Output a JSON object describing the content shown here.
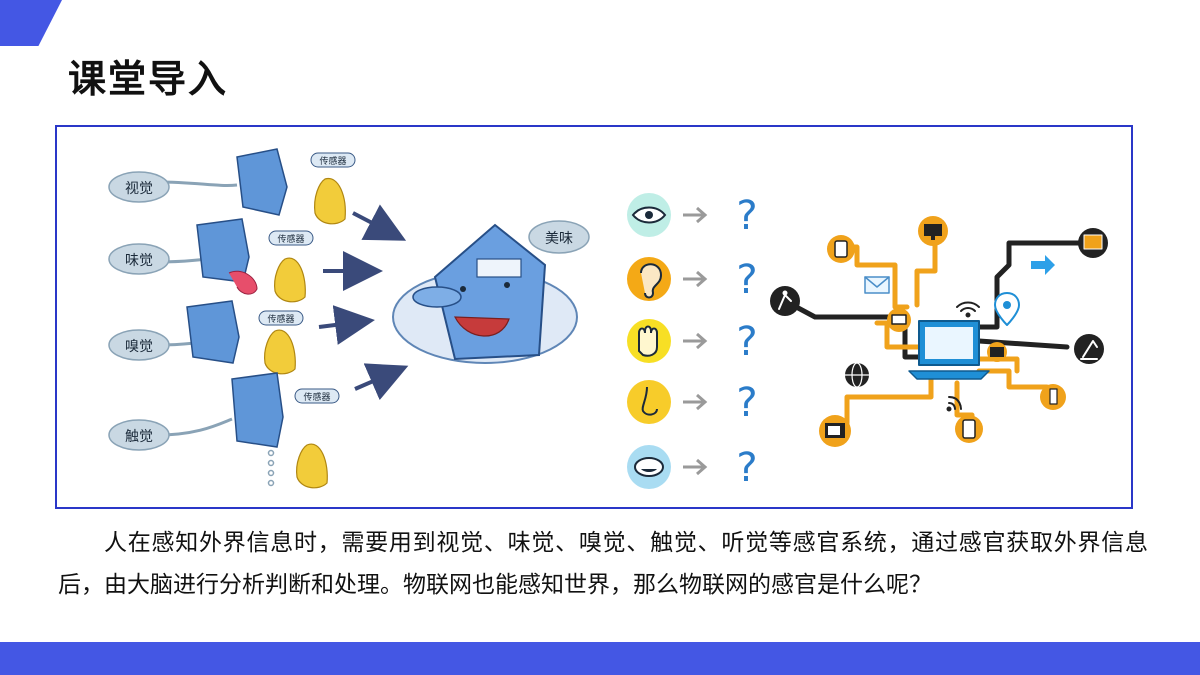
{
  "slide": {
    "title": "课堂导入",
    "paragraph": "人在感知外界信息时，需要用到视觉、味觉、嗅觉、触觉、听觉等感官系统，通过感官获取外界信息后，由大脑进行分析判断和处理。物联网也能感知世界，那么物联网的感官是什么呢？"
  },
  "senses": [
    {
      "label": "视觉",
      "sensor_tag": "传感器"
    },
    {
      "label": "味觉",
      "sensor_tag": "传感器"
    },
    {
      "label": "嗅觉",
      "sensor_tag": "传感器"
    },
    {
      "label": "触觉",
      "sensor_tag": "传感器"
    }
  ],
  "brain": {
    "bubble": "美味"
  },
  "organ_rows": [
    {
      "icon": "eye-icon",
      "question": "?"
    },
    {
      "icon": "ear-icon",
      "question": "?"
    },
    {
      "icon": "hand-icon",
      "question": "?"
    },
    {
      "icon": "nose-icon",
      "question": "?"
    },
    {
      "icon": "mouth-icon",
      "question": "?"
    }
  ],
  "colors": {
    "accent": "#4457e4",
    "frame": "#2a37c8",
    "eye_circle": "#bfeee6",
    "ear_circle": "#f4a916",
    "hand_circle": "#f7df25",
    "nose_circle": "#f7cc2a",
    "mouth_circle": "#a9dcf2",
    "question": "#2b7cc9",
    "iot_wire_orange": "#f0a21b",
    "iot_wire_black": "#222222",
    "iot_laptop": "#1f8fd6"
  }
}
